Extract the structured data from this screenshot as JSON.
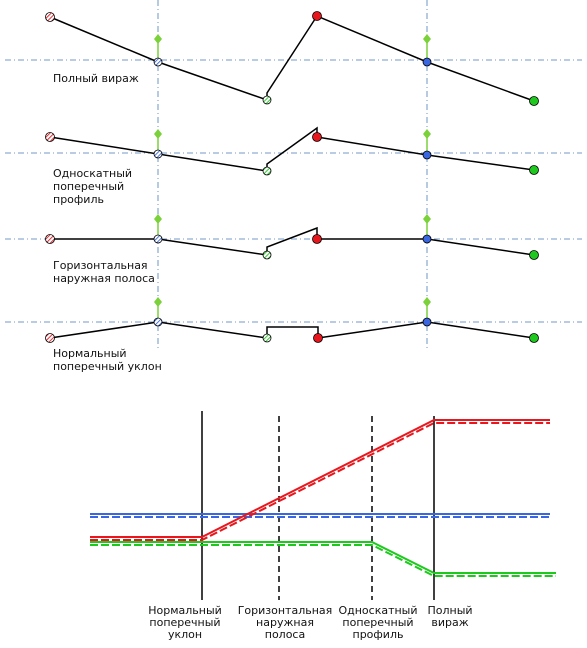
{
  "profiles": [
    {
      "label": "Полный вираж"
    },
    {
      "label": "Односкатный\nпоперечный\nпрофиль"
    },
    {
      "label": "Горизонтальная\nнаружная полоса"
    },
    {
      "label": "Нормальный\nпоперечный уклон"
    }
  ],
  "stages": [
    {
      "label": "Нормальный\nпоперечный\nуклон"
    },
    {
      "label": "Горизонтальная\nнаружная\nполоса"
    },
    {
      "label": "Односкатный\nпоперечный\nпрофиль"
    },
    {
      "label": "Полный\nвираж"
    }
  ],
  "colors": {
    "red": "#e8171d",
    "blue": "#3a66e0",
    "green": "#1ec81e",
    "axis": "#4a7ab5",
    "marker_green": "#7bd13a",
    "line": "#000000"
  }
}
